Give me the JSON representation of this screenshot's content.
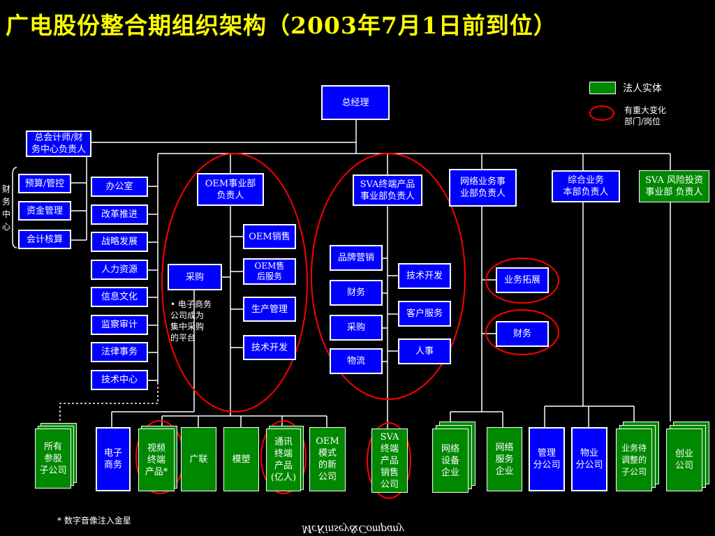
{
  "title": "广电股份整合期组织架构（2003年7月1日前到位）",
  "legend": {
    "entity": "法人实体",
    "change": "有重大变化\n部门/岗位"
  },
  "top": "总经理",
  "cfo": "总会计师/财\n务中心负责人",
  "finance_center_label": "财\n务\n中\n心",
  "finance": [
    "预算/管控",
    "资金管理",
    "会计核算"
  ],
  "staff": [
    "办公室",
    "改革推进",
    "战略发展",
    "人力资源",
    "信息文化",
    "监察审计",
    "法律事务",
    "技术中心"
  ],
  "oem": {
    "head": "OEM事业部\n负责人",
    "procure": "采购",
    "note": "• 电子商务\n  公司成为\n  集中采购\n  的平台",
    "units": [
      "OEM销售",
      "OEM售\n后服务",
      "生产管理",
      "技术开发"
    ]
  },
  "sva": {
    "head": "SVA终端产品\n事业部负责人",
    "left": [
      "品牌营销",
      "财务",
      "采购",
      "物流"
    ],
    "right": [
      "技术开发",
      "客户服务",
      "人事"
    ]
  },
  "net": {
    "head": "网络业务事\n业部负责人",
    "units": [
      "业务拓展",
      "财务"
    ]
  },
  "gen": {
    "head": "综合业务\n本部负责人"
  },
  "vc": {
    "head": "SVA 风险投资\n事业部 负责人"
  },
  "bottom": [
    "所有\n参股\n子公司",
    "电子\n商务",
    "视频\n终端\n产品*",
    "广联",
    "模塑",
    "通讯\n终端\n产品\n(亿人)",
    "OEM\n模式\n的新\n公司",
    "SVA\n终端\n产品\n销售\n公司",
    "网络\n设备\n企业",
    "网络\n服务\n企业",
    "管理\n分公司",
    "物业\n分公司",
    "业务待\n调整的\n子公司",
    "创业\n公司"
  ],
  "footnote": "* 数字音像注入金星",
  "brand": "McKinsey&Company",
  "colors": {
    "title": "#ffff00",
    "box": "#0000ff",
    "entity": "#008800",
    "circle": "#ff0000"
  }
}
